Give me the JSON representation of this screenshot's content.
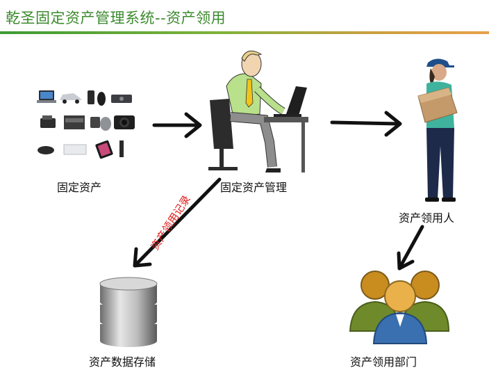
{
  "header": {
    "title": "乾圣固定资产管理系统--资产领用"
  },
  "nodes": {
    "fixed_assets": "固定资产",
    "asset_management": "固定资产管理",
    "asset_recipient": "资产领用人",
    "asset_storage": "资产数据存储",
    "recipient_department": "资产领用部门"
  },
  "edges": {
    "record_label": "资产领用记录"
  },
  "colors": {
    "title": "#3c8a2e",
    "record_label": "#e02020",
    "arrow": "#111111"
  }
}
